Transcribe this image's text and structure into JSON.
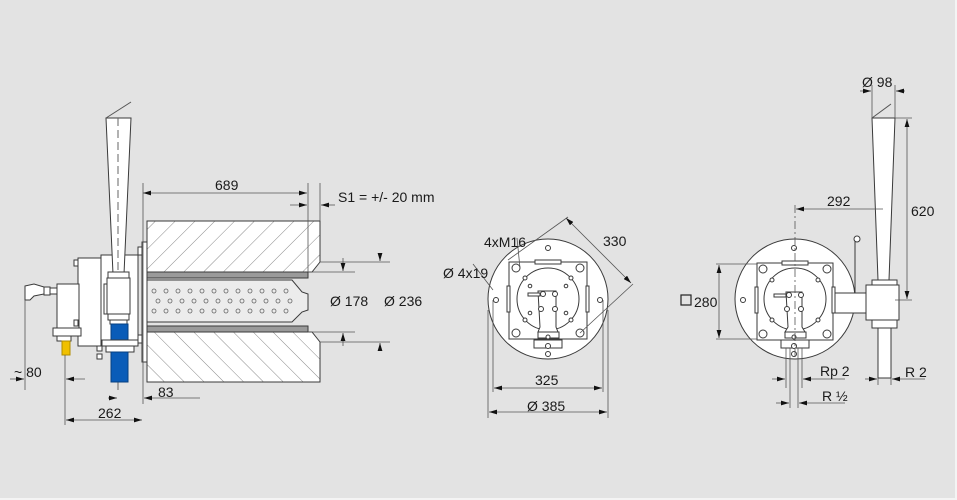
{
  "colors": {
    "background": "#e3e3e3",
    "line": "#3a3a3a",
    "dim_line": "#555555",
    "part_fill": "#ffffff",
    "gas_pipe_blue": "#0a5cb8",
    "cable_yellow": "#f0c000",
    "hatch_fill": "#ffffff"
  },
  "views": {
    "side_view": {
      "label": "side-section-view",
      "dims": {
        "insertion_length": "689",
        "stroke": "S1 = +/- 20 mm",
        "inner_diameter": "Ø 178",
        "outer_diameter": "Ø 236",
        "connector_offset": "~ 80",
        "body_depth": "262",
        "flange_offset": "83"
      }
    },
    "front_view": {
      "label": "flange-front-view",
      "dims": {
        "bolt_thread": "4xM16",
        "hole_pattern": "Ø 4x19",
        "square_diagonal": "330",
        "bolt_circle": "325",
        "flange_diameter": "Ø 385"
      }
    },
    "rear_view": {
      "label": "flange-rear-view",
      "dims": {
        "tube_diameter": "Ø 98",
        "tube_offset": "292",
        "tube_length": "620",
        "square_size": "280",
        "gas_inlet": "Rp 2",
        "pilot_inlet": "R ½",
        "air_outlet": "R 2"
      }
    }
  }
}
